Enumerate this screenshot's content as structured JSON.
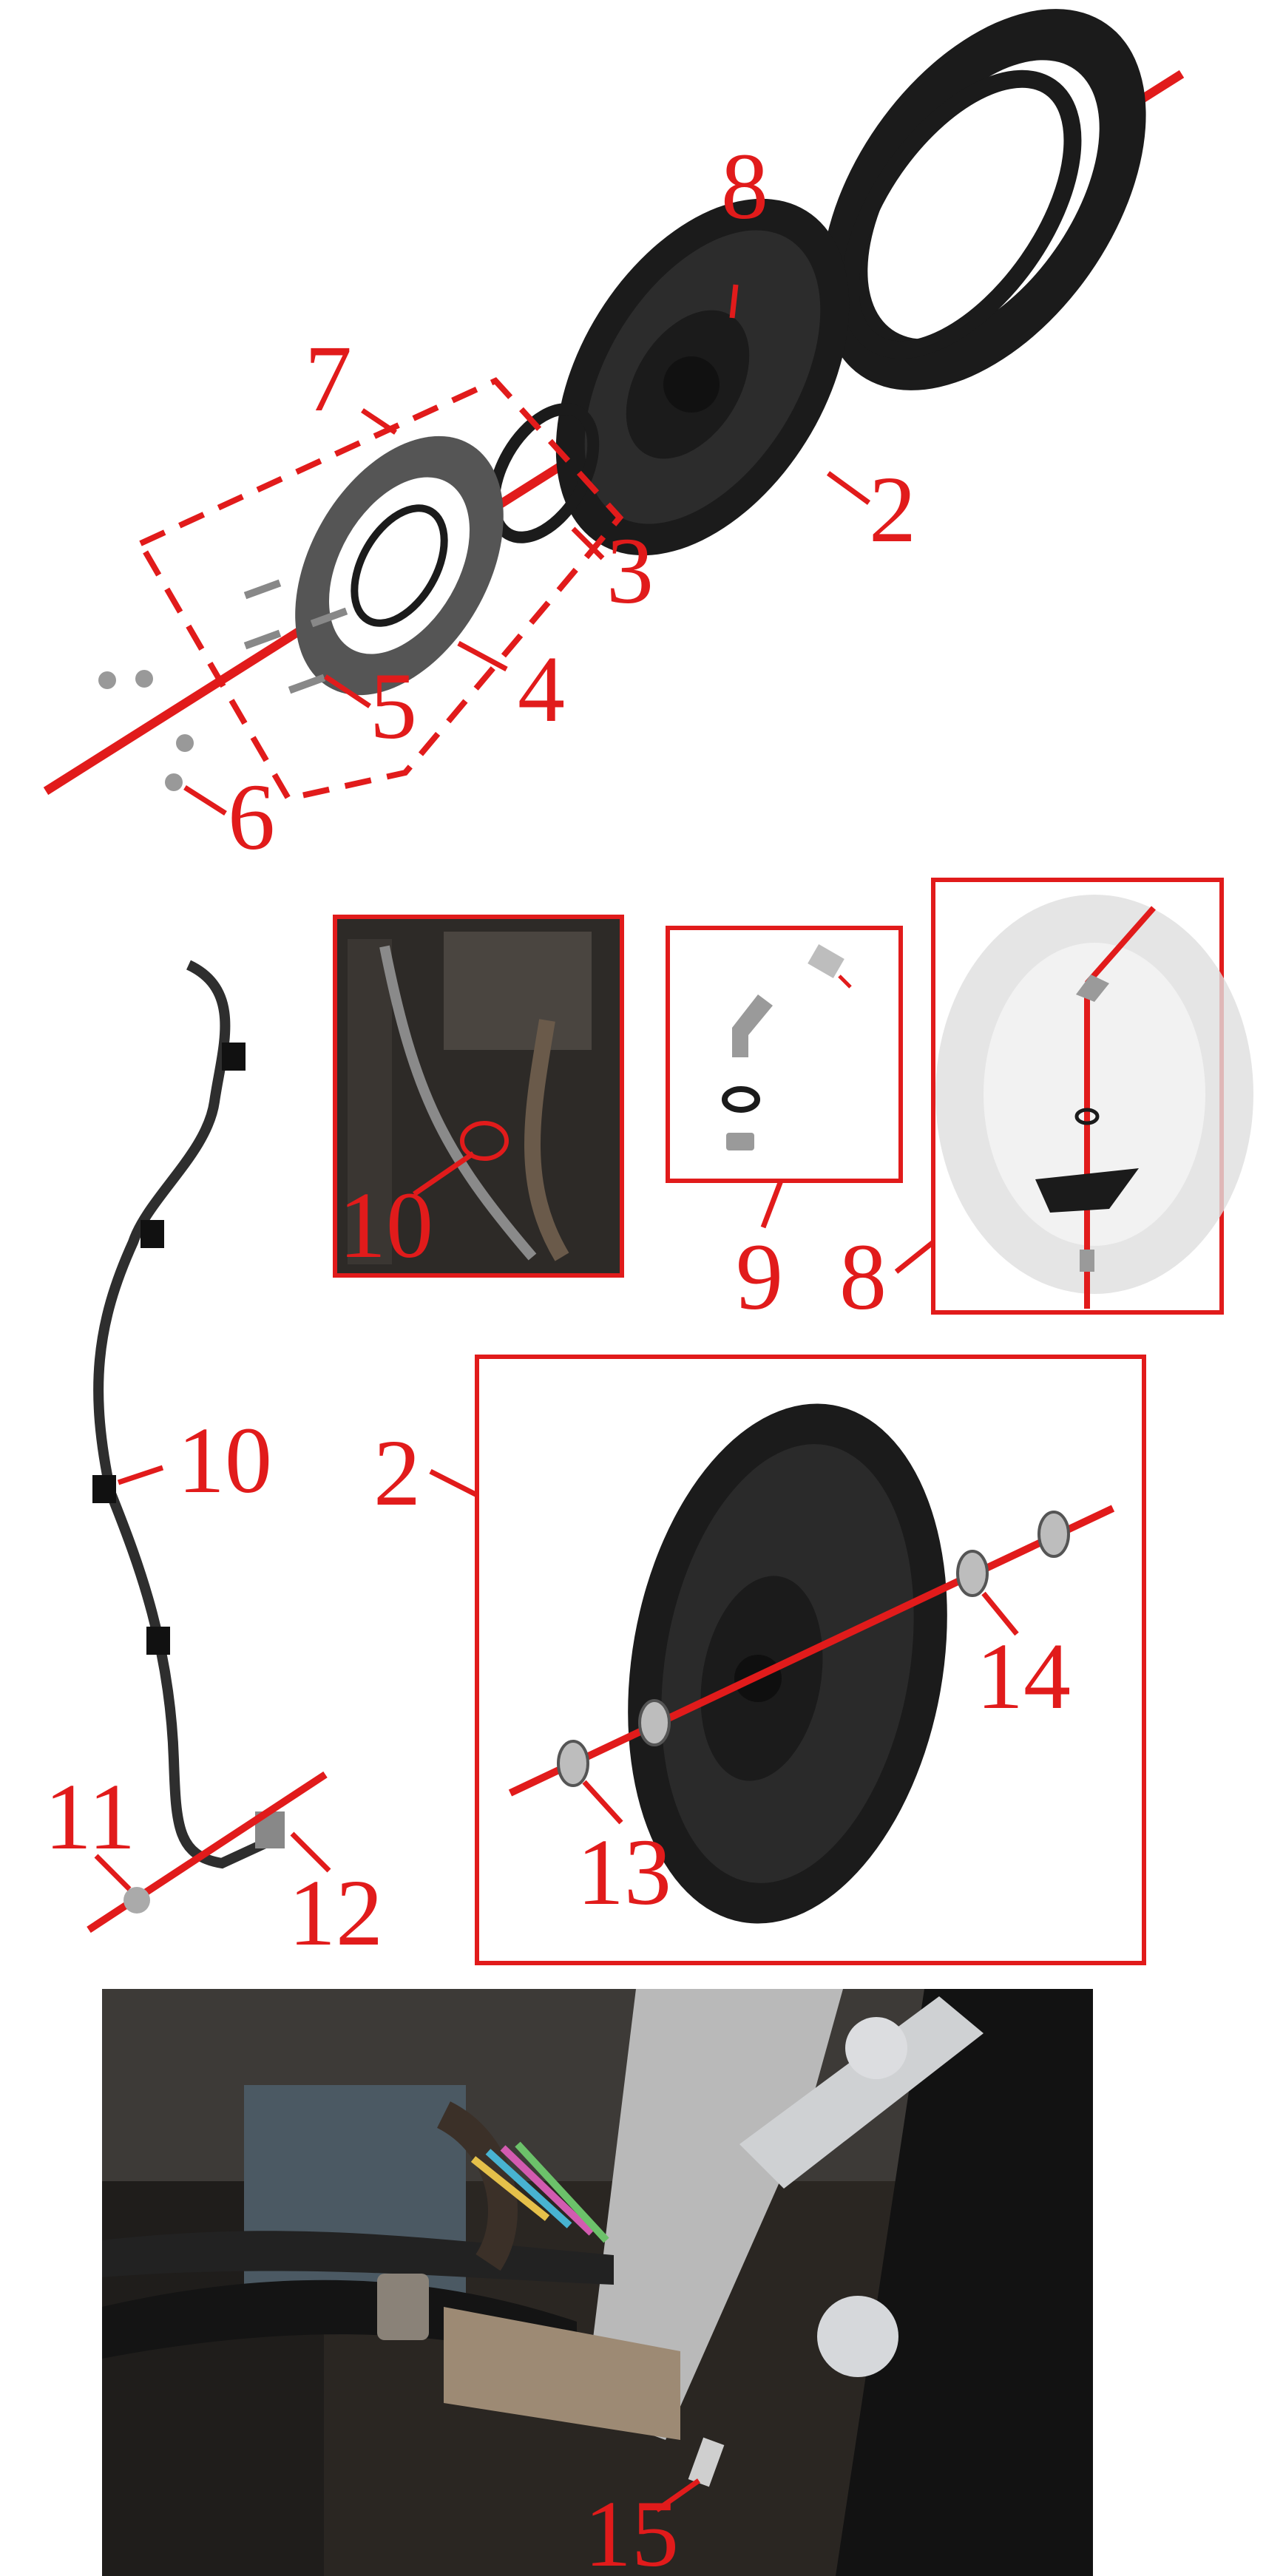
{
  "callouts": {
    "c2_top": "2",
    "c3": "3",
    "c4": "4",
    "c5": "5",
    "c6": "6",
    "c7": "7",
    "c8_top": "8",
    "c10_inset": "10",
    "c9": "9",
    "c8_inset": "8",
    "c10": "10",
    "c2_mid": "2",
    "c11": "11",
    "c12": "12",
    "c13": "13",
    "c14": "14",
    "c15": "15"
  },
  "colors": {
    "callout_red": "#e11b1b",
    "part_black": "#1b1b1b",
    "photo_dark": "#2a2622"
  }
}
